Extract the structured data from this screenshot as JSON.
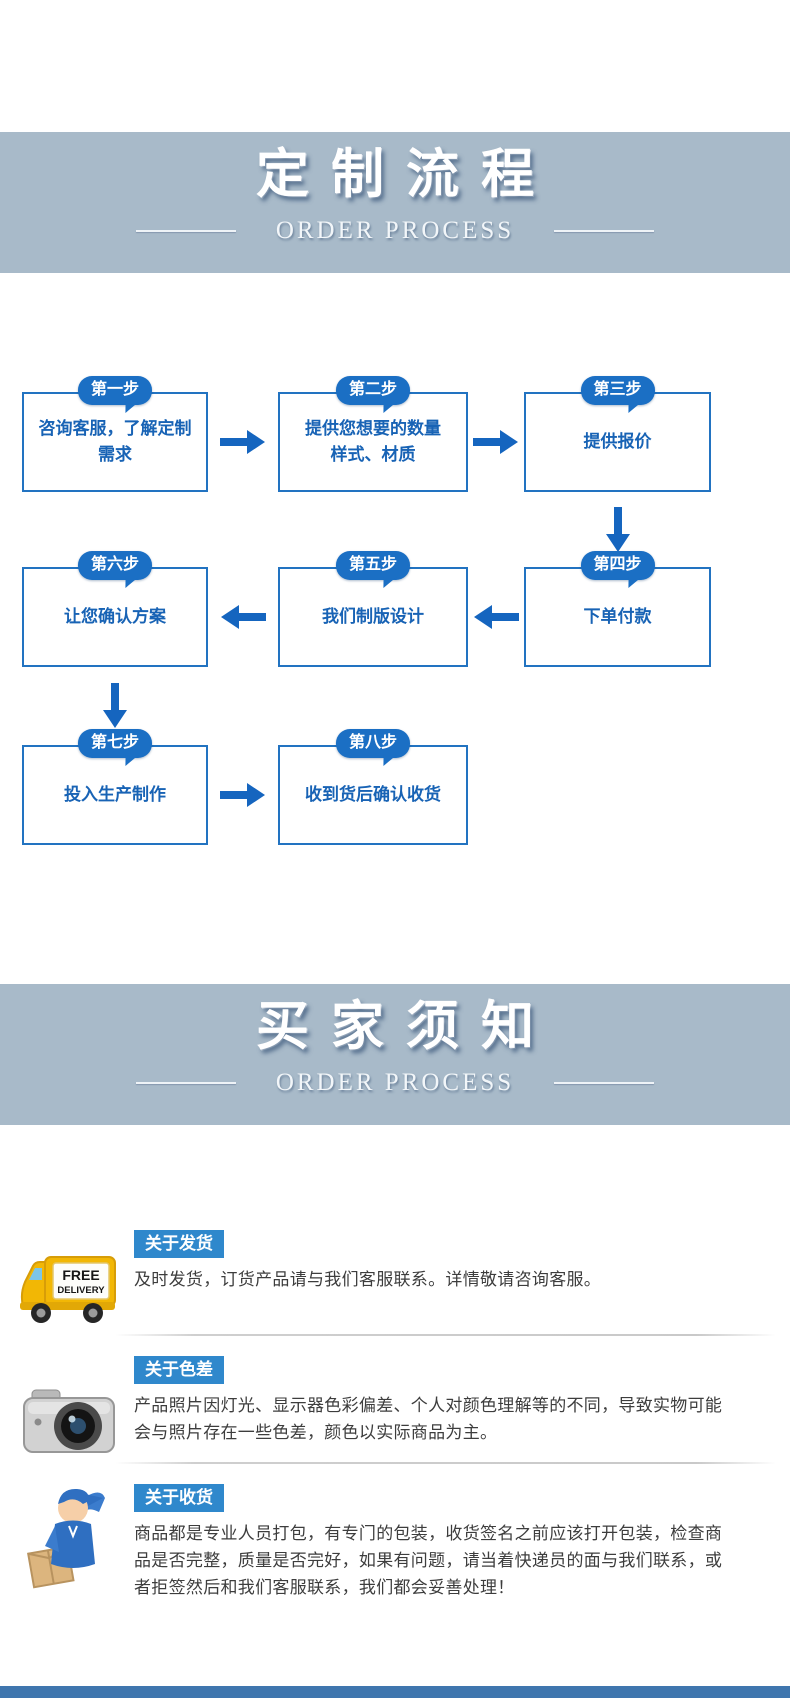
{
  "page": {
    "accent_blue": "#1565bf",
    "badge_blue": "#1b6fc4",
    "label_blue": "#2f88cc",
    "banner_bg": "#a8bac9",
    "footer_blue": "#3f76ae"
  },
  "banner_process": {
    "title": "定制流程",
    "subtitle": "ORDER PROCESS"
  },
  "banner_notice": {
    "title": "买家须知",
    "subtitle": "ORDER PROCESS"
  },
  "flow": {
    "steps": [
      {
        "badge": "第一步",
        "lines": [
          "咨询客服，了解定制",
          "需求"
        ]
      },
      {
        "badge": "第二步",
        "lines": [
          "提供您想要的数量",
          "样式、材质"
        ]
      },
      {
        "badge": "第三步",
        "lines": [
          "提供报价"
        ]
      },
      {
        "badge": "第四步",
        "lines": [
          "下单付款"
        ]
      },
      {
        "badge": "第五步",
        "lines": [
          "我们制版设计"
        ]
      },
      {
        "badge": "第六步",
        "lines": [
          "让您确认方案"
        ]
      },
      {
        "badge": "第七步",
        "lines": [
          "投入生产制作"
        ]
      },
      {
        "badge": "第八步",
        "lines": [
          "收到货后确认收货"
        ]
      }
    ]
  },
  "truck_sign": {
    "line1": "FREE",
    "line2": "DELIVERY"
  },
  "notices": [
    {
      "label": "关于发货",
      "text": "及时发货，订货产品请与我们客服联系。详情敬请咨询客服。"
    },
    {
      "label": "关于色差",
      "text": "产品照片因灯光、显示器色彩偏差、个人对颜色理解等的不同，导致实物可能会与照片存在一些色差，颜色以实际商品为主。"
    },
    {
      "label": "关于收货",
      "text": "商品都是专业人员打包，有专门的包装，收货签名之前应该打开包装，检查商品是否完整，质量是否完好，如果有问题，请当着快递员的面与我们联系，或者拒签然后和我们客服联系，我们都会妥善处理！"
    }
  ]
}
